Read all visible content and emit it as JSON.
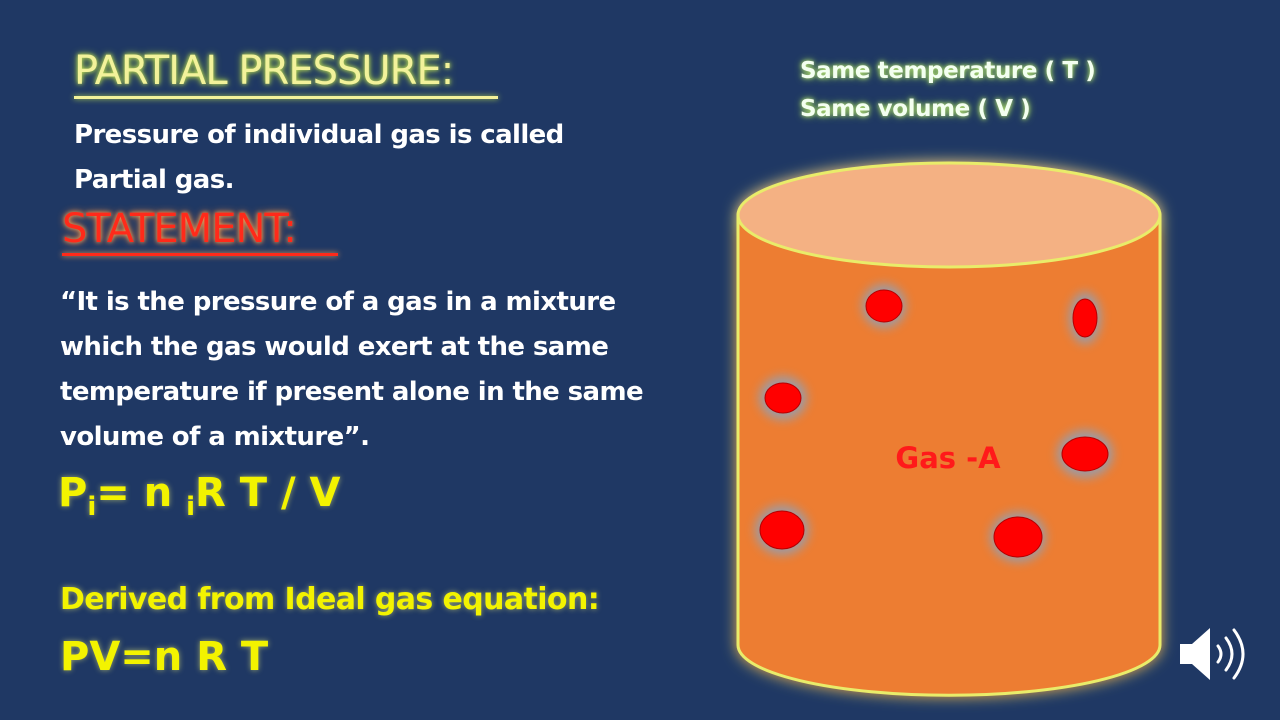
{
  "headings": {
    "partial": "PARTIAL PRESSURE:",
    "statement": "STATEMENT:"
  },
  "definition": {
    "line1": "Pressure of individual gas is called",
    "line2": "Partial gas."
  },
  "statement_text": {
    "line1": "“It is the pressure of a gas in a mixture",
    "line2": "which the gas would exert at the  same",
    "line3": "temperature if present alone in the same",
    "line4": "volume of a mixture”."
  },
  "formula_partial": {
    "p": "P",
    "p_sub": "i",
    "eq_n": "= n ",
    "n_sub": "i",
    "rest": "R T / V"
  },
  "derived_text": "Derived from Ideal gas equation:",
  "formula_ideal": "PV=n R T",
  "conditions": {
    "line1": "Same temperature ( T )",
    "line2": "Same  volume ( V )"
  },
  "cylinder": {
    "gas_label": "Gas -A",
    "body_color": "#ed7d31",
    "top_color": "#f4b183",
    "particle_color": "#ff0000"
  },
  "icons": {
    "speaker": "speaker-icon"
  }
}
